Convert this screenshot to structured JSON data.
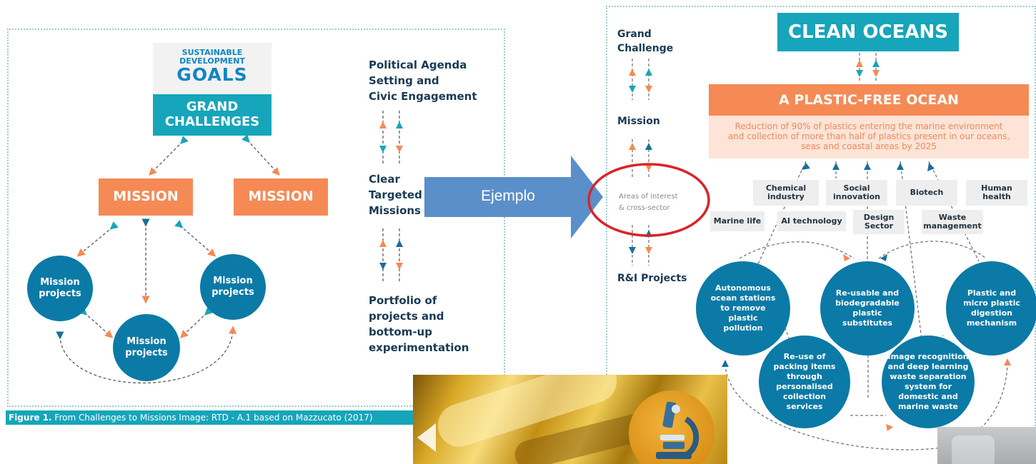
{
  "left_diagram": {
    "sdg_line1": "SUSTAINABLE",
    "sdg_line2": "DEVELOPMENT",
    "sdg_line3": "GOALS",
    "grand_challenges_line1": "GRAND",
    "grand_challenges_line2": "CHALLENGES",
    "mission_left": "MISSION",
    "mission_right": "MISSION",
    "projects_line1": "Mission",
    "projects_line2": "projects",
    "side_labels": {
      "political_1": "Political Agenda",
      "political_2": "Setting and",
      "political_3": "Civic Engagement",
      "missions_1": "Clear",
      "missions_2": "Targeted",
      "missions_3": "Missions",
      "portfolio_1": "Portfolio of",
      "portfolio_2": "projects and",
      "portfolio_3": "bottom-up",
      "portfolio_4": "experimentation"
    },
    "caption_bold": "Figure 1.",
    "caption_text": " From Challenges to Missions Image: RTD - A.1 based on Mazzucato (2017)"
  },
  "arrow_label": "Ejemplo",
  "right_diagram": {
    "labels": {
      "grand_1": "Grand",
      "grand_2": "Challenge",
      "mission": "Mission",
      "areas_1": "Areas of interest",
      "areas_2": "& cross-sector",
      "projects": "R&I Projects"
    },
    "clean_oceans": "CLEAN OCEANS",
    "plastic_free": "A PLASTIC-FREE OCEAN",
    "description_1": "Reduction of 90% of plastics entering the marine environment",
    "description_2": "and collection of more than half of plastics present in our oceans,",
    "description_3": "seas and coastal areas by 2025",
    "tags": {
      "chemical_1": "Chemical",
      "chemical_2": "industry",
      "social_1": "Social",
      "social_2": "innovation",
      "biotech": "Biotech",
      "human_1": "Human",
      "human_2": "health",
      "marine": "Marine life",
      "ai": "AI technology",
      "design_1": "Design",
      "design_2": "Sector",
      "waste_1": "Waste",
      "waste_2": "management"
    },
    "circles": {
      "autonomous": [
        "Autonomous",
        "ocean stations",
        "to remove",
        "plastic",
        "pollution"
      ],
      "reusable": [
        "Re-usable and",
        "biodegradable",
        "plastic",
        "substitutes"
      ],
      "digestion": [
        "Plastic and",
        "micro plastic",
        "digestion",
        "mechanism"
      ],
      "reuse": [
        "Re-use of",
        "packing items",
        "through",
        "personalised",
        "collection",
        "services"
      ],
      "image": [
        "Image recognition",
        "and deep learning",
        "waste separation",
        "system for",
        "domestic and",
        "marine waste"
      ]
    }
  },
  "colors": {
    "teal": "#16a5ba",
    "orange": "#f58a55",
    "circle_blue": "#0b7aa6",
    "arrow_blue": "#5b8fc9",
    "ellipse_red": "#d9242a"
  }
}
